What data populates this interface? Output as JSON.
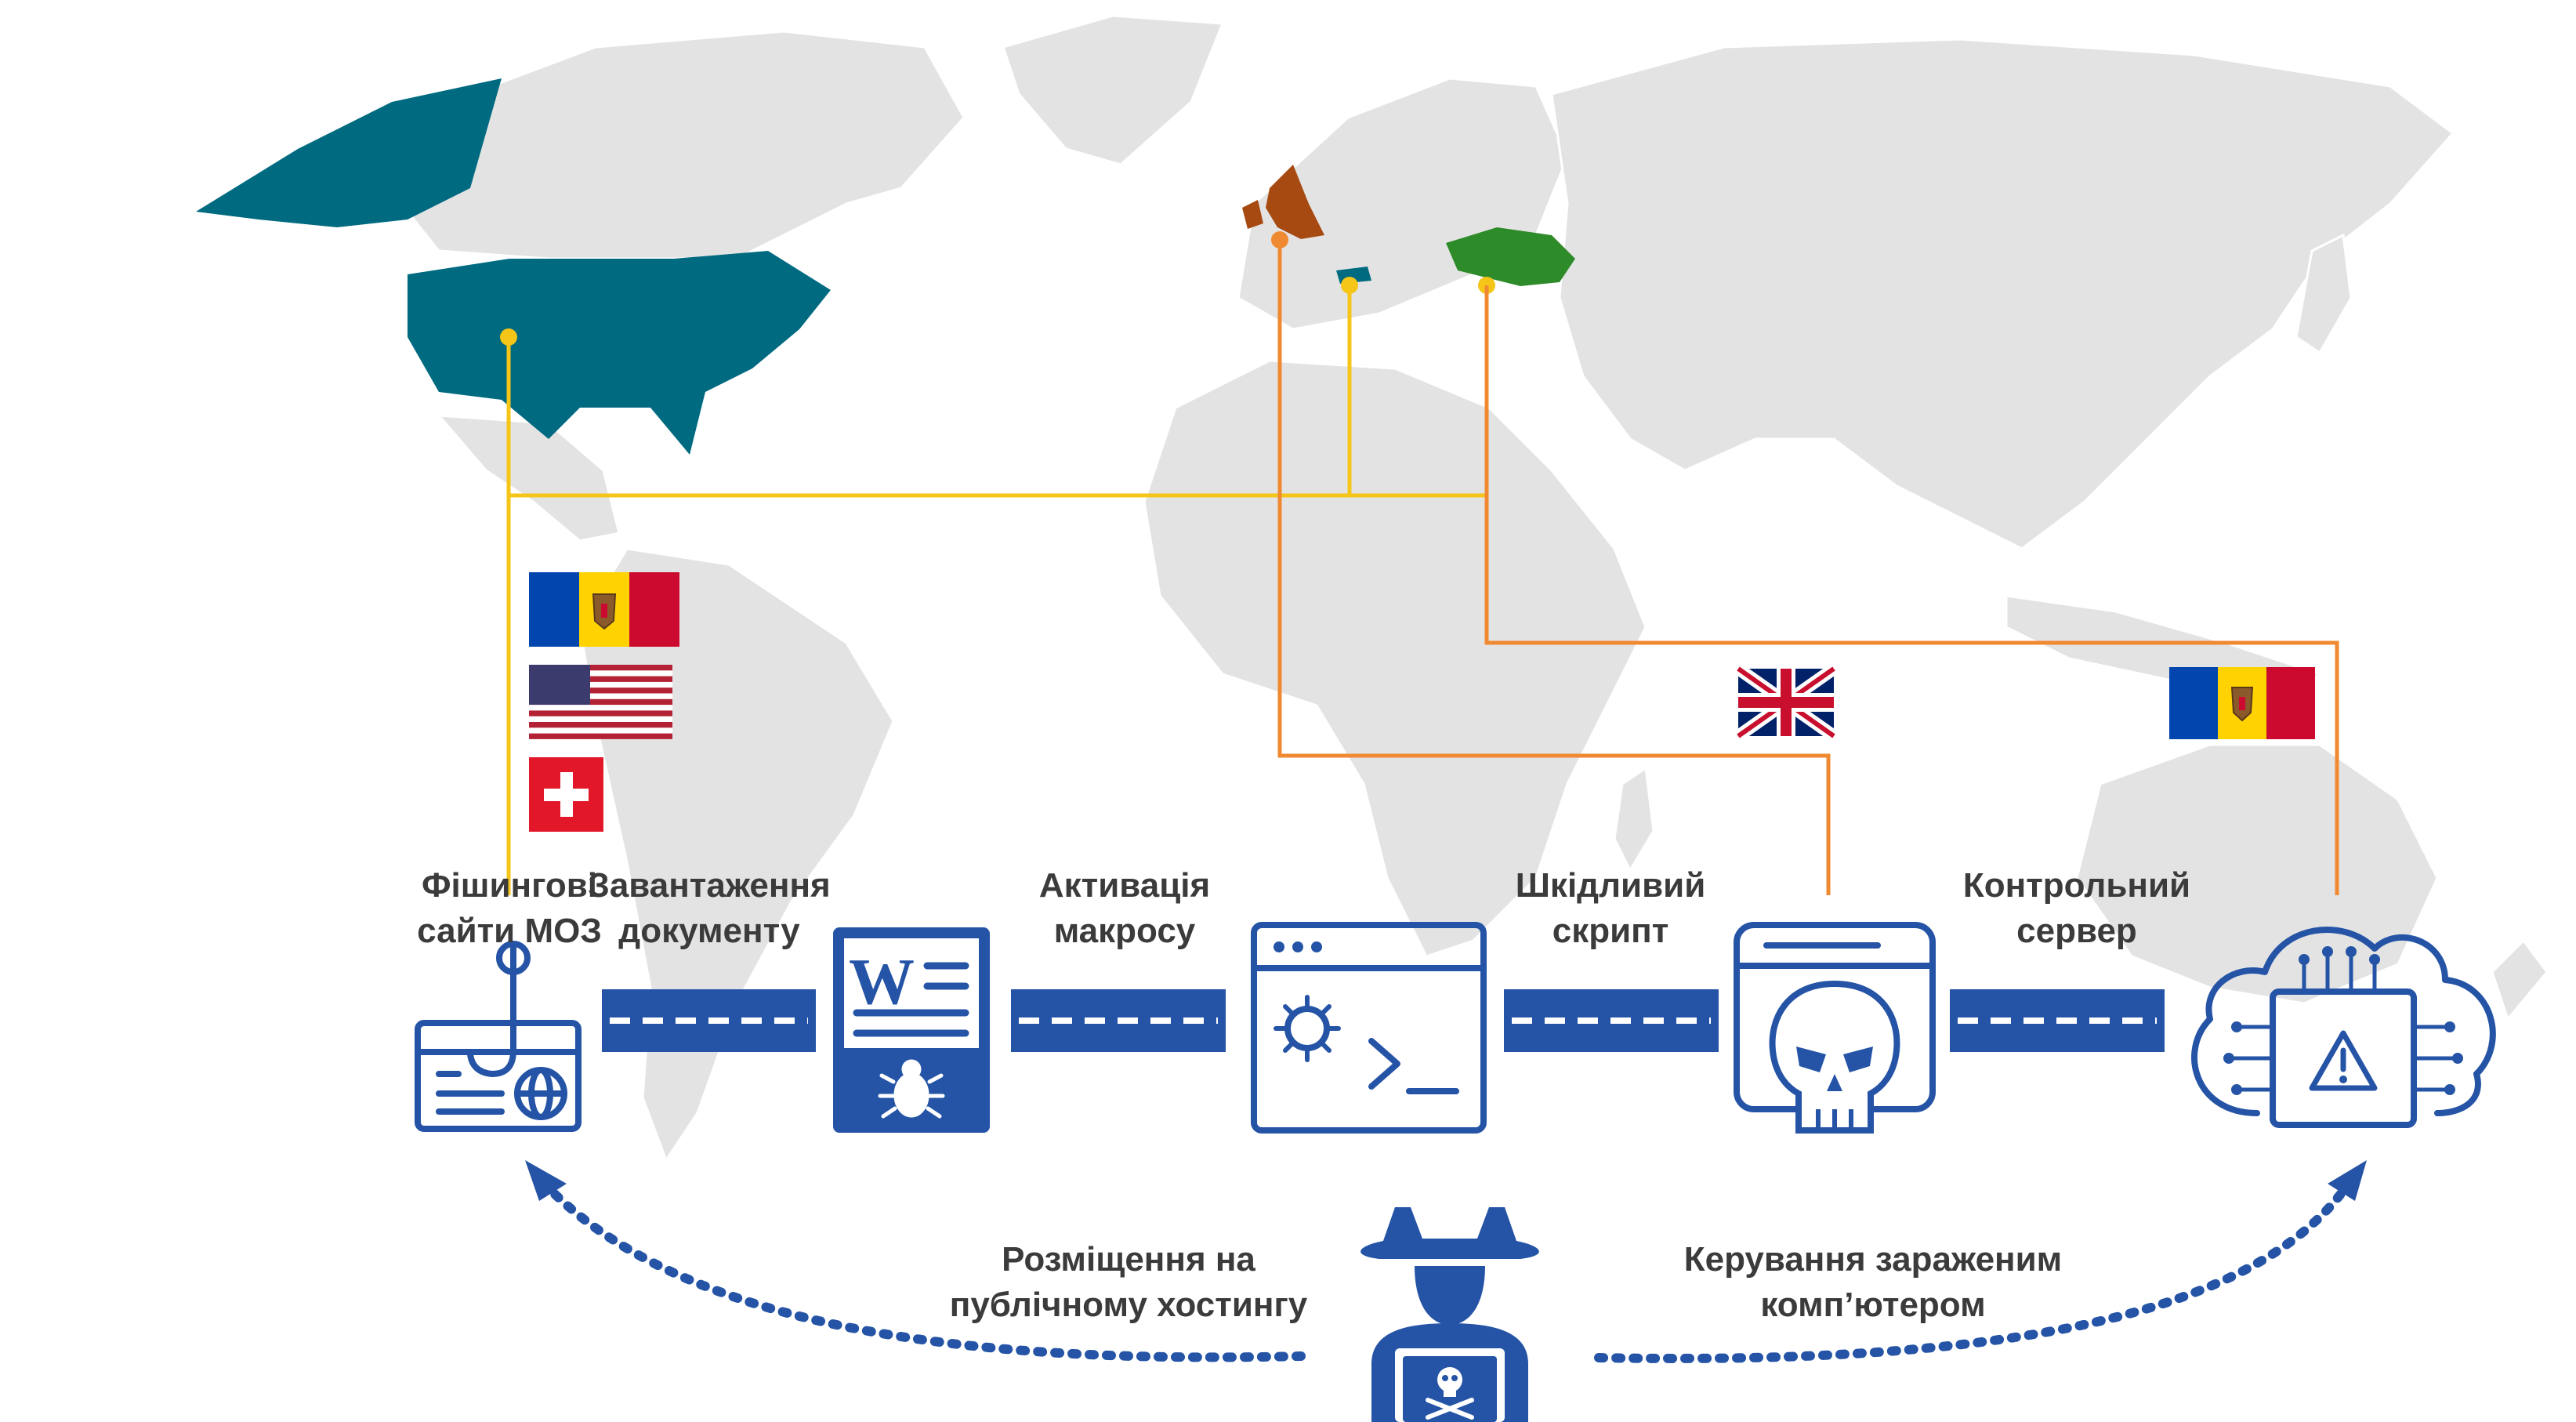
{
  "steps": [
    {
      "line1": "Фішингові",
      "line2": "сайти МОЗ"
    },
    {
      "line1": "Завантаження",
      "line2": "документу"
    },
    {
      "line1": "Активація",
      "line2": "макросу"
    },
    {
      "line1": "Шкідливий",
      "line2": "скрипт"
    },
    {
      "line1": "Контрольний",
      "line2": "сервер"
    }
  ],
  "bottom_left": {
    "line1": "Розміщення на",
    "line2": "публічному хостингу"
  },
  "bottom_right": {
    "line1": "Керування зараженим",
    "line2": "комп’ютером"
  },
  "word_icon_letter": "W",
  "flags": {
    "hosting": [
      "moldova-flag",
      "usa-flag",
      "switzerland-flag"
    ],
    "script": "uk-flag",
    "server": "moldova-flag"
  },
  "colors": {
    "map_land": "#e3e3e3",
    "highlight_usa": "#006a80",
    "highlight_uk": "#a64a12",
    "highlight_ukraine": "#2e8b2a",
    "line_yellow": "#f5c518",
    "line_orange": "#f08a32",
    "icon_blue": "#2554a6",
    "text": "#3b3b3b"
  }
}
